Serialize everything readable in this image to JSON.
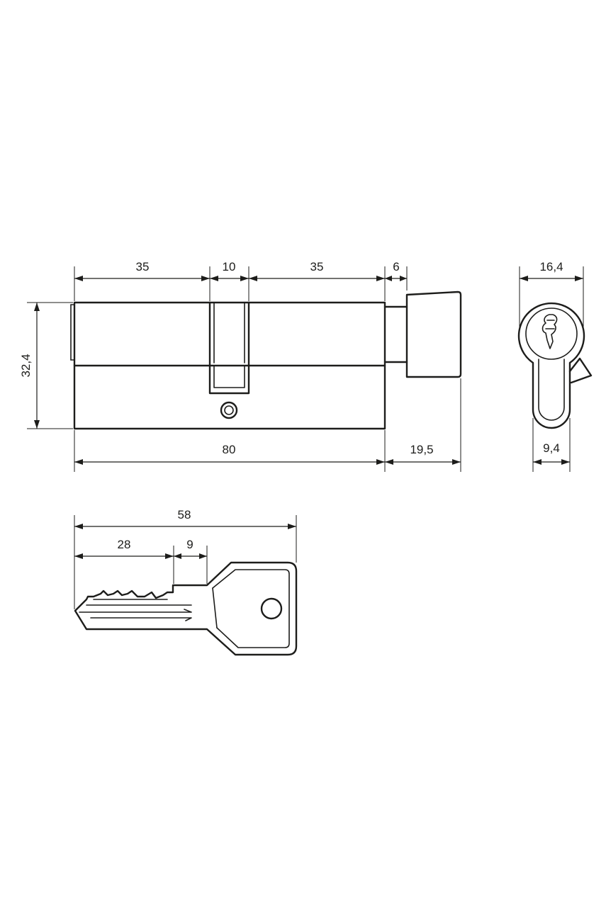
{
  "cylinder": {
    "dim_length_left": "35",
    "dim_cam_width": "10",
    "dim_length_right": "35",
    "dim_knob_gap": "6",
    "dim_height": "32,4",
    "dim_total_length": "80",
    "dim_knob_length": "19,5"
  },
  "profile": {
    "dim_width_top": "16,4",
    "dim_width_bottom": "9,4"
  },
  "key": {
    "dim_total_length": "58",
    "dim_blade_length": "28",
    "dim_shoulder": "9"
  },
  "colors": {
    "line": "#1d1d1b",
    "background": "#ffffff"
  }
}
